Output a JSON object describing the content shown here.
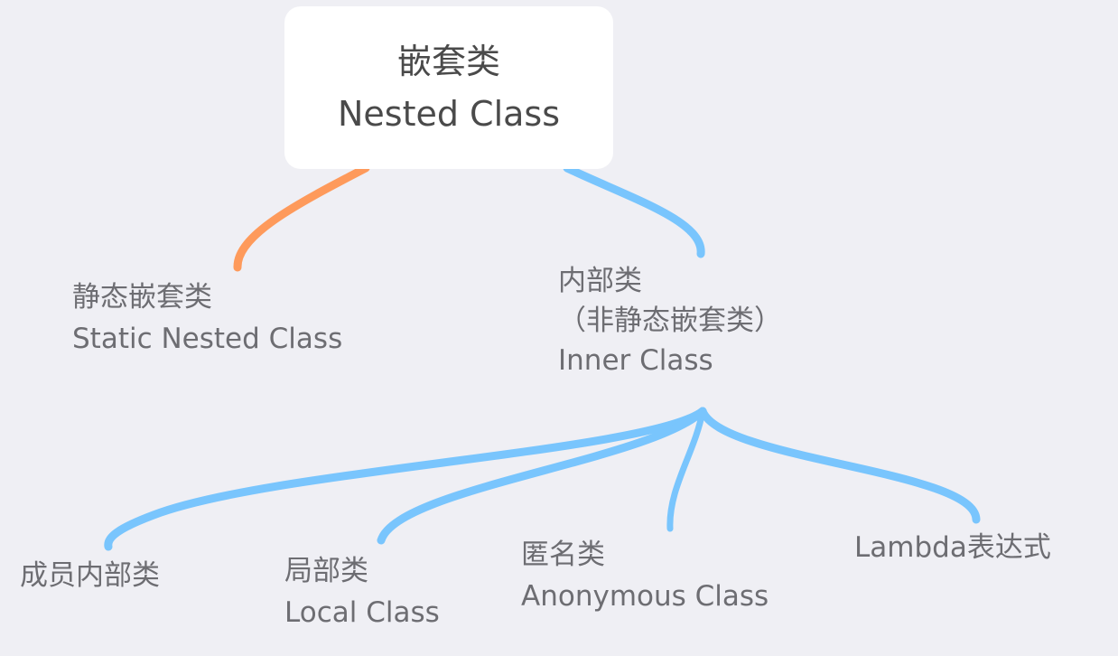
{
  "diagram": {
    "type": "mind-map",
    "background_color": "#efeff4",
    "root": {
      "label_zh": "嵌套类",
      "label_en": "Nested Class"
    },
    "branches": [
      {
        "id": "static-nested",
        "label_zh": "静态嵌套类",
        "label_en": "Static Nested Class",
        "connector_color": "#fe9a5b"
      },
      {
        "id": "inner",
        "label_zh": "内部类",
        "label_zh_note": "（非静态嵌套类）",
        "label_en": "Inner Class",
        "connector_color": "#79c5fd",
        "children": [
          {
            "id": "member-inner",
            "label_zh": "成员内部类"
          },
          {
            "id": "local",
            "label_zh": "局部类",
            "label_en": "Local Class"
          },
          {
            "id": "anonymous",
            "label_zh": "匿名类",
            "label_en": "Anonymous Class"
          },
          {
            "id": "lambda",
            "label_zh": "Lambda表达式"
          }
        ]
      }
    ]
  }
}
